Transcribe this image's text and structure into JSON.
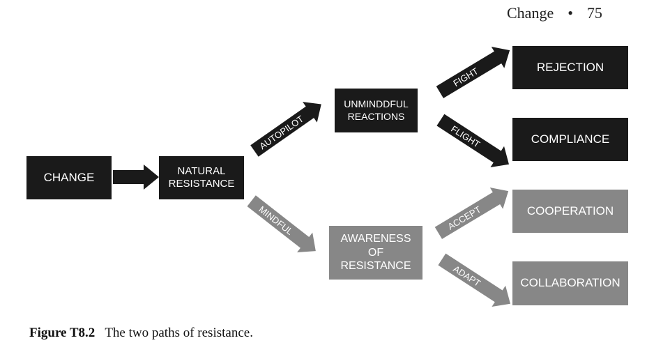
{
  "header": {
    "section": "Change",
    "separator": "•",
    "page_number": "75"
  },
  "boxes": {
    "change": "CHANGE",
    "natural_resistance": [
      "NATURAL",
      "RESISTANCE"
    ],
    "unmindful_reactions": [
      "UNMINDDFUL",
      "REACTIONS"
    ],
    "awareness": [
      "AWARENESS",
      "OF",
      "RESISTANCE"
    ],
    "rejection": "REJECTION",
    "compliance": "COMPLIANCE",
    "cooperation": "COOPERATION",
    "collaboration": "COLLABORATION"
  },
  "arrows": {
    "autopilot": "AUTOPILOT",
    "mindful": "MINDFUL",
    "fight": "FIGHT",
    "flight": "FLIGHT",
    "accept": "ACCEPT",
    "adapt": "ADAPT"
  },
  "colors": {
    "dark": "#1a1a1a",
    "gray": "#878787"
  },
  "caption": {
    "label": "Figure T8.2",
    "text": "The two paths of resistance."
  }
}
